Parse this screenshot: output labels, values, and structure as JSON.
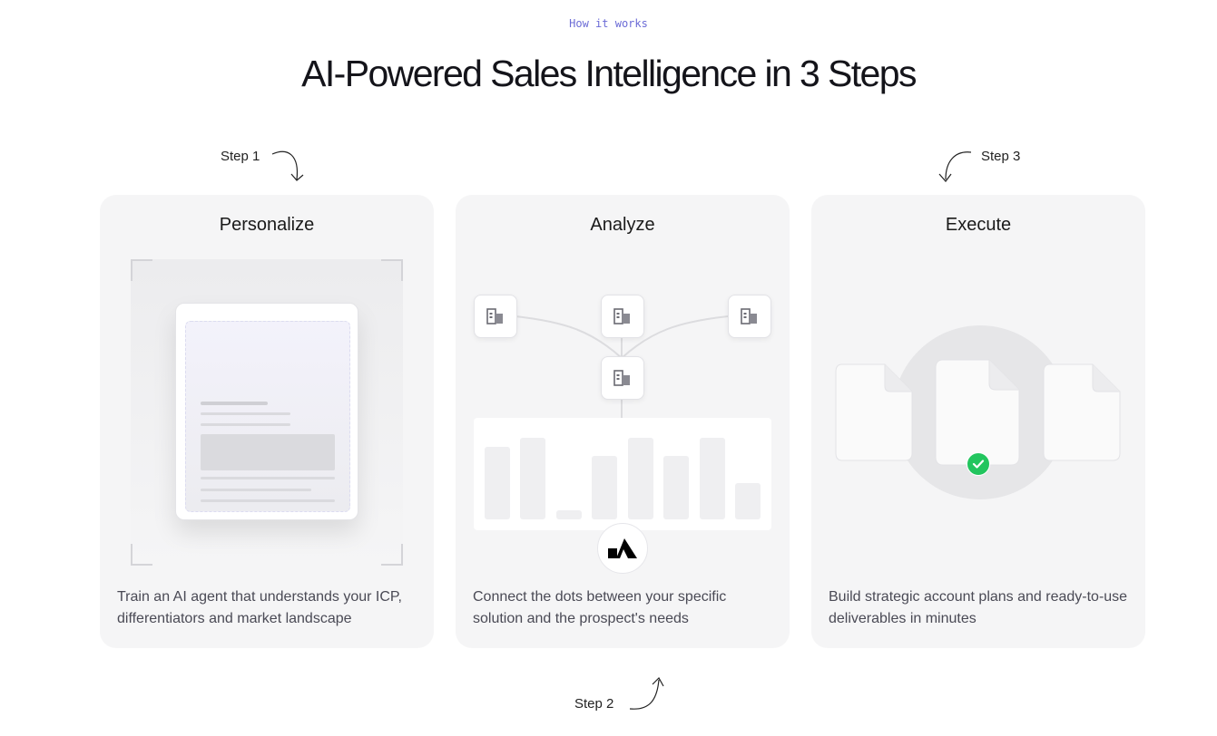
{
  "header": {
    "eyebrow": "How it works",
    "title": "AI-Powered Sales Intelligence in 3 Steps"
  },
  "steps": [
    {
      "label": "Step 1",
      "title": "Personalize",
      "description": "Train an AI agent that understands your ICP, differentiators and market landscape",
      "illustration_icon": "document-preview-icon"
    },
    {
      "label": "Step 2",
      "title": "Analyze",
      "description": "Connect the dots between your specific solution and the prospect's needs",
      "illustration_icon": "building-network-icon"
    },
    {
      "label": "Step 3",
      "title": "Execute",
      "description": "Build strategic account plans and ready-to-use deliverables in minutes",
      "illustration_icon": "document-set-check-icon"
    }
  ],
  "colors": {
    "accent_eyebrow": "#6b6bd6",
    "card_background": "#f5f5f6",
    "check_green": "#22c55e"
  }
}
